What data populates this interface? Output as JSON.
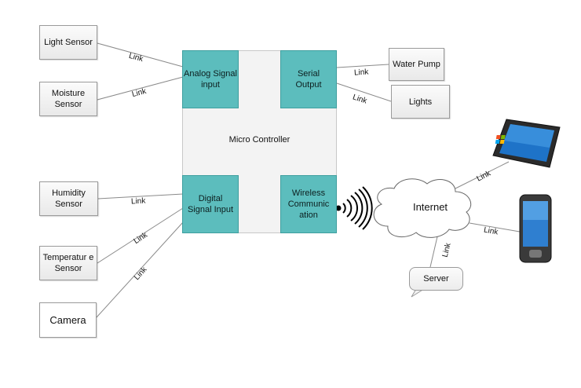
{
  "microcontroller": {
    "label": "Micro Controller",
    "analog": "Analog Signal input",
    "serial": "Serial Output",
    "digital": "Digital Signal Input",
    "wireless": "Wireless Communic ation"
  },
  "inputs": {
    "light": "Light Sensor",
    "moisture": "Moisture Sensor",
    "humidity": "Humidity Sensor",
    "temperature": "Temperatur e Sensor",
    "camera": "Camera"
  },
  "outputs": {
    "water_pump": "Water Pump",
    "lights": "Lights"
  },
  "network": {
    "internet": "Internet",
    "server": "Server"
  },
  "link_label": "Link",
  "devices": {
    "tablet": "tablet-icon",
    "phone": "smartphone-icon",
    "wireless_signal": "wireless-signal-icon"
  },
  "colors": {
    "module": "#5cbdbd",
    "connector": "#8a8a8a"
  }
}
